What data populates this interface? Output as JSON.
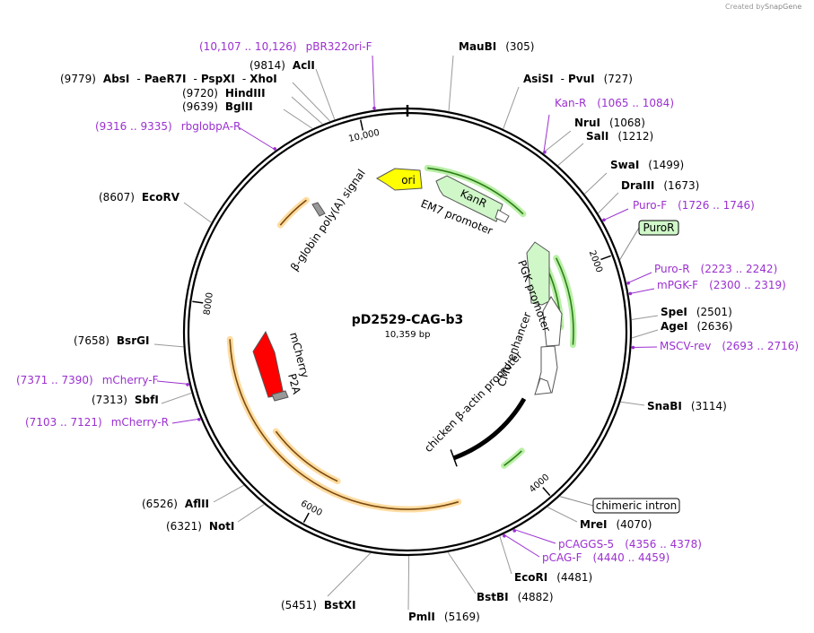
{
  "watermark": {
    "prefix": "Created by",
    "brand": "SnapGene"
  },
  "plasmid": {
    "name": "pD2529-CAG-b3",
    "size": "10,359 bp",
    "size_bp": 10359
  },
  "ticks": [
    {
      "bp": 2000,
      "label": "2000"
    },
    {
      "bp": 4000,
      "label": "4000"
    },
    {
      "bp": 6000,
      "label": "6000"
    },
    {
      "bp": 8000,
      "label": "8000"
    },
    {
      "bp": 10000,
      "label": "10,000"
    }
  ],
  "sites": [
    {
      "id": "maubi",
      "name": "MauBI",
      "pos": "(305)",
      "bp": 305
    },
    {
      "id": "asisi",
      "name": "AsiSI",
      "name2": "PvuI",
      "pos": "(727)",
      "bp": 727
    },
    {
      "id": "nrui",
      "name": "NruI",
      "pos": "(1068)",
      "bp": 1068
    },
    {
      "id": "sali",
      "name": "SalI",
      "pos": "(1212)",
      "bp": 1212
    },
    {
      "id": "swai",
      "name": "SwaI",
      "pos": "(1499)",
      "bp": 1499
    },
    {
      "id": "draiii",
      "name": "DraIII",
      "pos": "(1673)",
      "bp": 1673
    },
    {
      "id": "spei",
      "name": "SpeI",
      "pos": "(2501)",
      "bp": 2501
    },
    {
      "id": "agei",
      "name": "AgeI",
      "pos": "(2636)",
      "bp": 2636
    },
    {
      "id": "snabi",
      "name": "SnaBI",
      "pos": "(3114)",
      "bp": 3114
    },
    {
      "id": "mrei",
      "name": "MreI",
      "pos": "(4070)",
      "bp": 4070
    },
    {
      "id": "ecori",
      "name": "EcoRI",
      "pos": "(4481)",
      "bp": 4481
    },
    {
      "id": "bstbi",
      "name": "BstBI",
      "pos": "(4882)",
      "bp": 4882
    },
    {
      "id": "pmli",
      "name": "PmlI",
      "pos": "(5169)",
      "bp": 5169
    },
    {
      "id": "bstxi",
      "name": "BstXI",
      "pos": "(5451)",
      "bp": 5451
    },
    {
      "id": "noti",
      "name": "NotI",
      "pos": "(6321)",
      "bp": 6321
    },
    {
      "id": "aflii",
      "name": "AflII",
      "pos": "(6526)",
      "bp": 6526
    },
    {
      "id": "sbfi",
      "name": "SbfI",
      "pos": "(7313)",
      "bp": 7313
    },
    {
      "id": "bsrgi",
      "name": "BsrGI",
      "pos": "(7658)",
      "bp": 7658
    },
    {
      "id": "ecorv",
      "name": "EcoRV",
      "pos": "(8607)",
      "bp": 8607
    },
    {
      "id": "bglii",
      "name": "BglII",
      "pos": "(9639)",
      "bp": 9639
    },
    {
      "id": "hindiii",
      "name": "HindIII",
      "pos": "(9720)",
      "bp": 9720
    },
    {
      "id": "absi",
      "name": "AbsI",
      "name2": "PaeR7I",
      "name3": "PspXI",
      "name4": "XhoI",
      "sep": "-",
      "pos": "(9779)",
      "bp": 9779
    },
    {
      "id": "acli",
      "name": "AclI",
      "pos": "(9814)",
      "bp": 9814
    }
  ],
  "primers": [
    {
      "id": "pbr322",
      "name": "pBR322ori-F",
      "pos": "(10,107 .. 10,126)",
      "bp": 10116
    },
    {
      "id": "kanr",
      "name": "Kan-R",
      "pos": "(1065 .. 1084)",
      "bp": 1075
    },
    {
      "id": "purof",
      "name": "Puro-F",
      "pos": "(1726 .. 1746)",
      "bp": 1736
    },
    {
      "id": "puror",
      "name": "Puro-R",
      "pos": "(2223 .. 2242)",
      "bp": 2232
    },
    {
      "id": "mpgkf",
      "name": "mPGK-F",
      "pos": "(2300 .. 2319)",
      "bp": 2310
    },
    {
      "id": "msCVrev",
      "name": "MSCV-rev",
      "pos": "(2693 .. 2716)",
      "bp": 2705
    },
    {
      "id": "pcaggs5",
      "name": "pCAGGS-5",
      "pos": "(4356 .. 4378)",
      "bp": 4367
    },
    {
      "id": "pcagf",
      "name": "pCAG-F",
      "pos": "(4440 .. 4459)",
      "bp": 4450
    },
    {
      "id": "mcherryr",
      "name": "mCherry-R",
      "pos": "(7103 .. 7121)",
      "bp": 7112
    },
    {
      "id": "mcherryf",
      "name": "mCherry-F",
      "pos": "(7371 .. 7390)",
      "bp": 7380
    },
    {
      "id": "rbglob",
      "name": "rbglobpA-R",
      "pos": "(9316 .. 9335)",
      "bp": 9326
    }
  ],
  "boxed_features": [
    {
      "id": "puror-box",
      "name": "PuroR",
      "color": "#cff7c8"
    },
    {
      "id": "intron-box",
      "name": "chimeric intron",
      "color": "#ffffff"
    }
  ],
  "features": [
    {
      "id": "ori",
      "name": "ori",
      "color": "#ffff00",
      "start": 10250,
      "end": 9600,
      "dir": -1
    },
    {
      "id": "kanr",
      "name": "KanR",
      "color": "#cff7c8",
      "start": 1300,
      "end": 490,
      "dir": -1
    },
    {
      "id": "em7",
      "name": "EM7 promoter",
      "color": "#ffffff",
      "start": 1350,
      "end": 1310
    },
    {
      "id": "pgk",
      "name": "PGK promoter",
      "color": "#ffffff"
    },
    {
      "id": "cmv",
      "name": "CMV enhancer",
      "color": "#ffffff"
    },
    {
      "id": "cba",
      "name": "chicken β-actin promoter",
      "color": "#000000"
    },
    {
      "id": "betaglobin",
      "name": "β-globin poly(A) signal",
      "color": "#999999"
    },
    {
      "id": "mcherry",
      "name": "mCherry",
      "color": "#ff0000"
    },
    {
      "id": "p2a",
      "name": "P2A",
      "color": "#999999"
    }
  ],
  "colors": {
    "enzyme": "#000000",
    "primer": "#9b30d0",
    "orf_green": "#2e7d1a",
    "orf_orange": "#7a4a10",
    "backbone": "#000000"
  }
}
